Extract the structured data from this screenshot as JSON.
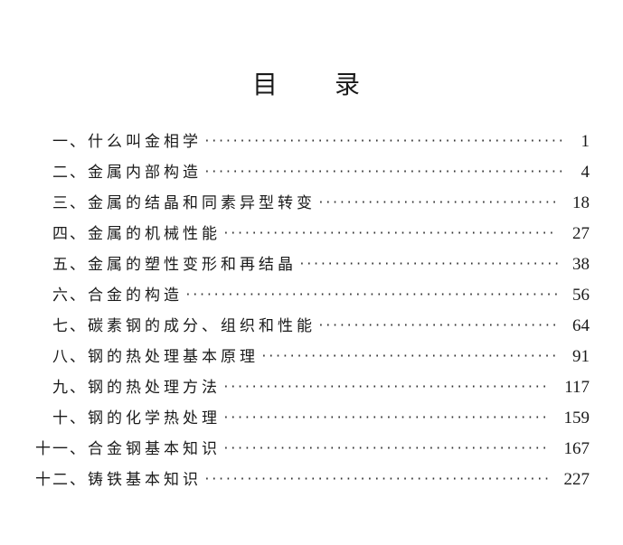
{
  "title": {
    "char1": "目",
    "char2": "录"
  },
  "toc": [
    {
      "num": "一、",
      "text": "什么叫金相学",
      "page": "1"
    },
    {
      "num": "二、",
      "text": "金属内部构造",
      "page": "4"
    },
    {
      "num": "三、",
      "text": "金属的结晶和同素异型转变",
      "page": "18"
    },
    {
      "num": "四、",
      "text": "金属的机械性能",
      "page": "27"
    },
    {
      "num": "五、",
      "text": "金属的塑性变形和再结晶",
      "page": "38"
    },
    {
      "num": "六、",
      "text": "合金的构造",
      "page": "56"
    },
    {
      "num": "七、",
      "text": "碳素钢的成分、组织和性能",
      "page": "64"
    },
    {
      "num": "八、",
      "text": "钢的热处理基本原理",
      "page": "91"
    },
    {
      "num": "九、",
      "text": "钢的热处理方法",
      "page": "117"
    },
    {
      "num": "十、",
      "text": "钢的化学热处理",
      "page": "159"
    },
    {
      "num": "十一、",
      "text": "合金钢基本知识",
      "page": "167"
    },
    {
      "num": "十二、",
      "text": "铸铁基本知识",
      "page": "227"
    }
  ]
}
